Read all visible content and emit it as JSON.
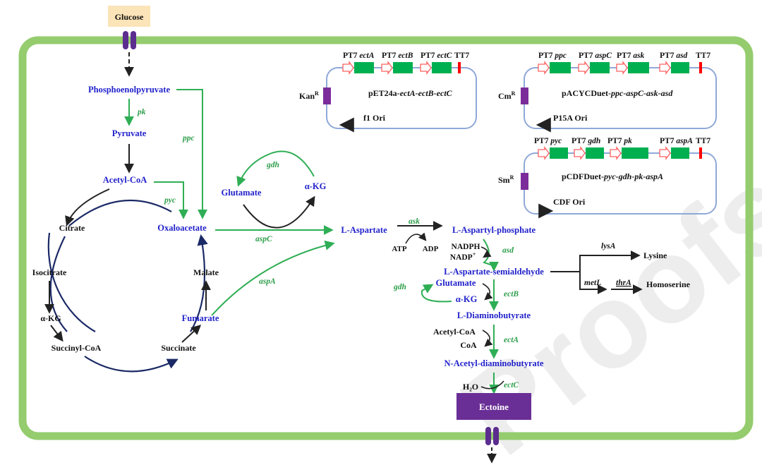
{
  "watermark": "Proofs",
  "colors": {
    "cell": "#94cc6e",
    "green_arrow": "#2fae55",
    "black_arrow": "#222222",
    "circle": "#1b2a66",
    "metabolite": "#2222cc",
    "enzyme": "#2e9e4a",
    "ectoine_box": "#6a2f96",
    "glucose_box": "#fbe4b8",
    "plasmid_outline": "#8fa8d8",
    "cds": "#00b050",
    "promoter": "#ff8080",
    "terminator": "#ff0000",
    "marker": "#7b2c9a",
    "transporter": "#5b2d8e"
  },
  "labels": {
    "glucose": "Glucose",
    "ectoine_out": "Ectoine",
    "pep": "Phosphoenolpyruvate",
    "pyruvate": "Pyruvate",
    "acetyl_coa": "Acetyl-CoA",
    "oxaloacetate": "Oxaloacetate",
    "citrate": "Citrate",
    "isocitrate": "Isocitrate",
    "akg_tca": "α-KG",
    "succinyl_coa": "Succinyl-CoA",
    "succinate": "Succinate",
    "fumarate": "Fumarate",
    "malate": "Malate",
    "glutamate_top": "Glutamate",
    "akg_top": "α-KG",
    "l_aspartate": "L-Aspartate",
    "atp": "ATP",
    "adp": "ADP",
    "l_aspartyl_phosphate": "L-Aspartyl-phosphate",
    "nadph": "NADPH",
    "nadp": "NADP",
    "nadp_sup": "+",
    "l_aspartate_semialdehyde": "L-Aspartate-semialdehyde",
    "lysine": "Lysine",
    "homoserine": "Homoserine",
    "glutamate_mid": "Glutamate",
    "akg_mid": "α-KG",
    "l_diaminobutyrate": "L-Diaminobutyrate",
    "acetyl_coa2": "Acetyl-CoA",
    "coa": "CoA",
    "n_acetyl": "N-Acetyl-diaminobutyrate",
    "h2o": "H₂O",
    "ectoine": "Ectoine"
  },
  "enzymes": {
    "pk": "pk",
    "ppc": "ppc",
    "pyc": "pyc",
    "gdh_top": "gdh",
    "aspC": "aspC",
    "aspA": "aspA",
    "ask": "ask",
    "asd": "asd",
    "lysA": "lysA",
    "metL": "metL",
    "thrA": "thrA",
    "gdh_mid": "gdh",
    "ectB": "ectB",
    "ectA": "ectA",
    "ectC": "ectC"
  },
  "plasmids": [
    {
      "name_plain": "pET24a-",
      "name_ital": "ectA-ectB-ectC",
      "marker": "Kan",
      "marker_sup": "R",
      "ori": "f1 Ori",
      "genes": [
        {
          "p": "PT7 ",
          "g": "ectA"
        },
        {
          "p": "PT7 ",
          "g": "ectB"
        },
        {
          "p": "PT7 ",
          "g": "ectC"
        }
      ],
      "term": "TT7"
    },
    {
      "name_plain": "pACYCDuet-",
      "name_ital": "ppc-aspC-ask-asd",
      "marker": "Cm",
      "marker_sup": "R",
      "ori": "P15A Ori",
      "genes": [
        {
          "p": "PT7 ",
          "g": "ppc"
        },
        {
          "p": "PT7 ",
          "g": "aspC"
        },
        {
          "p": "PT7 ",
          "g": "ask"
        },
        {
          "p": "PT7 ",
          "g": "asd"
        }
      ],
      "term": "TT7"
    },
    {
      "name_plain": "pCDFDuet-",
      "name_ital": "pyc-gdh-pk-aspA",
      "marker": "Sm",
      "marker_sup": "R",
      "ori": "CDF Ori",
      "genes": [
        {
          "p": "PT7 ",
          "g": "pyc"
        },
        {
          "p": "PT7 ",
          "g": "gdh"
        },
        {
          "p": "PT7 ",
          "g": "pk"
        },
        {
          "p": "PT7 ",
          "g": "aspA"
        }
      ],
      "term": "TT7"
    }
  ]
}
